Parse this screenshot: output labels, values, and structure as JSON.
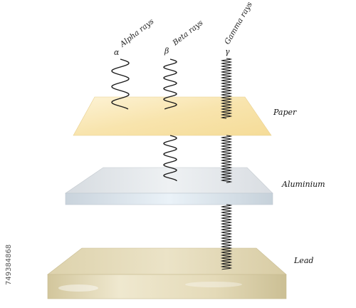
{
  "rays": {
    "alpha": {
      "name": "Alpha rays",
      "symbol": "α"
    },
    "beta": {
      "name": "Beta rays",
      "symbol": "β"
    },
    "gamma": {
      "name": "Gamma rays",
      "symbol": "γ"
    }
  },
  "sheets": {
    "paper": {
      "label": "Paper",
      "color": "#f8e2a8"
    },
    "aluminium": {
      "label": "Aluminium",
      "color": "#dde2e6"
    },
    "lead": {
      "label": "Lead",
      "color": "#e1d6b2"
    }
  },
  "watermark": "749384868"
}
